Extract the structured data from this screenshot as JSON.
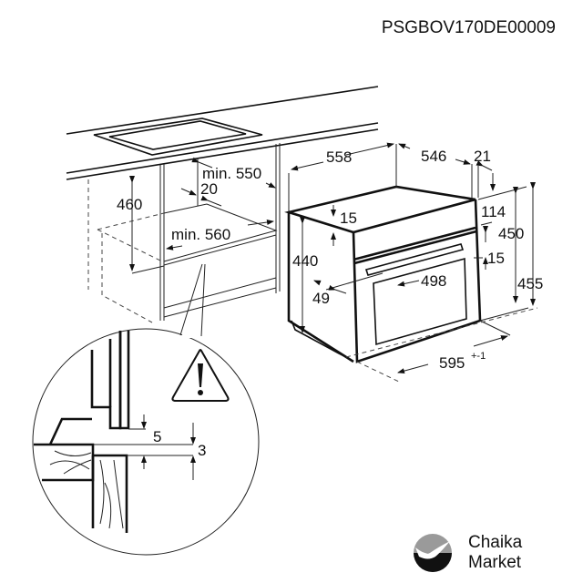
{
  "document_code": "PSGBOV170DE00009",
  "niche": {
    "height": "460",
    "min_depth": "min. 550",
    "rear_gap": "20",
    "min_width": "min. 560"
  },
  "oven": {
    "depth_total": "558",
    "depth_body": "546",
    "front_thickness": "21",
    "top_offset": "114",
    "body_height_front": "450",
    "top_inset": "15",
    "panel_gap": "15",
    "side_height": "440",
    "door_width": "498",
    "side_offset": "49",
    "total_height": "455",
    "width": "595",
    "width_tolerance": "+-1"
  },
  "detail": {
    "gap_5": "5",
    "gap_3": "3",
    "warning_icon": "warning-triangle"
  },
  "logo": {
    "line1": "Chaika",
    "line2": "Market",
    "colors": {
      "dark": "#111111",
      "light": "#9a9a9a"
    }
  }
}
